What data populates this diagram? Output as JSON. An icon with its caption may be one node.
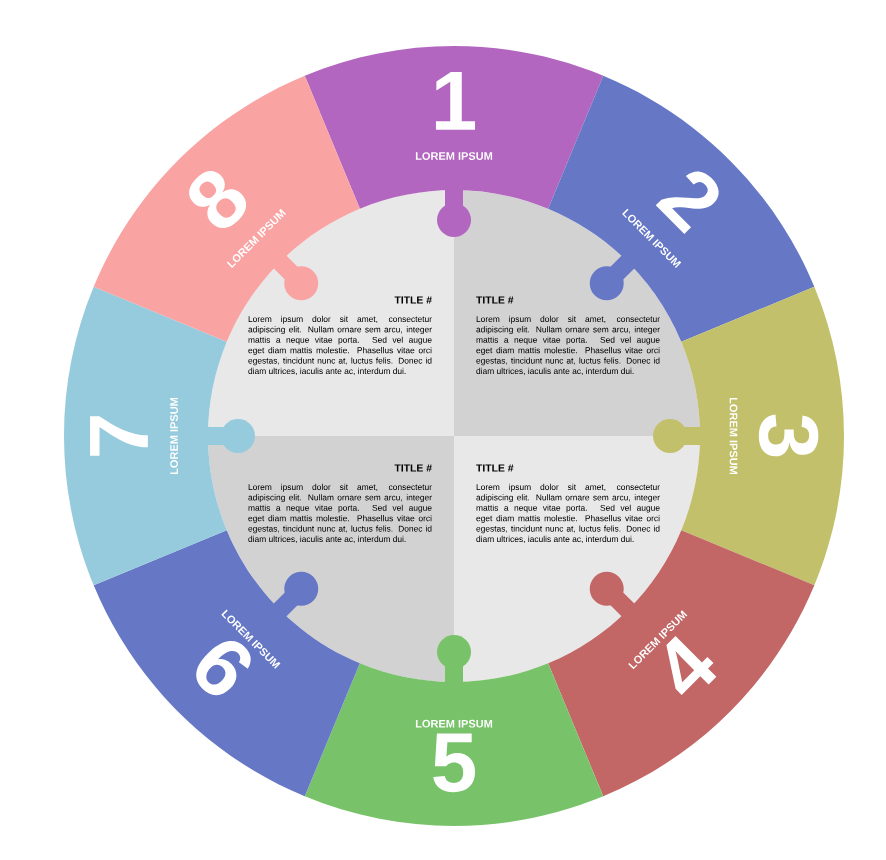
{
  "diagram": {
    "nodes": [
      {
        "text": [
          "1",
          "LOREM IPSUM"
        ]
      },
      {
        "text": [
          "2",
          "LOREM IPSUM"
        ]
      },
      {
        "text": [
          "3",
          "LOREM IPSUM"
        ]
      },
      {
        "text": [
          "LOREM IPSUM",
          "4"
        ]
      },
      {
        "text": [
          "LOREM IPSUM",
          "5"
        ]
      },
      {
        "text": [
          "LOREM IPSUM",
          "6"
        ]
      },
      {
        "text": [
          "7",
          "LOREM IPSUM"
        ]
      },
      {
        "text": [
          "8",
          "LOREM IPSUM"
        ]
      },
      {
        "text": [
          "TITLE #",
          "Lorem ipsum dolor sit amet, consectetur adipiscing elit. Nullam ornare sem arcu, integer mattis a neque vitae porta. Sed vel augue eget diam mattis molestie. Phasellus vitae orci egestas, tincidunt nunc at, luctus felis. Donec id diam ultrices, iaculis ante ac, interdum dui."
        ]
      },
      {
        "text": [
          "TITLE #",
          "Lorem ipsum dolor sit amet, consectetur adipiscing elit. Nullam ornare sem arcu, integer mattis a neque vitae porta. Sed vel augue eget diam mattis molestie. Phasellus vitae orci egestas, tincidunt nunc at, luctus felis. Donec id diam ultrices, iaculis ante ac, interdum dui."
        ]
      },
      {
        "text": [
          "TITLE #",
          "Lorem ipsum dolor sit amet, consectetur adipiscing elit. Nullam ornare sem arcu, integer mattis a neque vitae porta. Sed vel augue eget diam mattis molestie. Phasellus vitae orci egestas, tincidunt nunc at, luctus felis. Donec id diam ultrices, iaculis ante ac, interdum dui."
        ]
      },
      {
        "text": [
          "TITLE #",
          "Lorem ipsum dolor sit amet, consectetur adipiscing elit. Nullam ornare sem arcu, integer mattis a neque vitae porta. Sed vel augue eget diam mattis molestie. Phasellus vitae orci egestas, tincidunt nunc at, luctus felis. Donec id diam ultrices, iaculis ante ac, interdum dui."
        ]
      }
    ],
    "edges": []
  }
}
